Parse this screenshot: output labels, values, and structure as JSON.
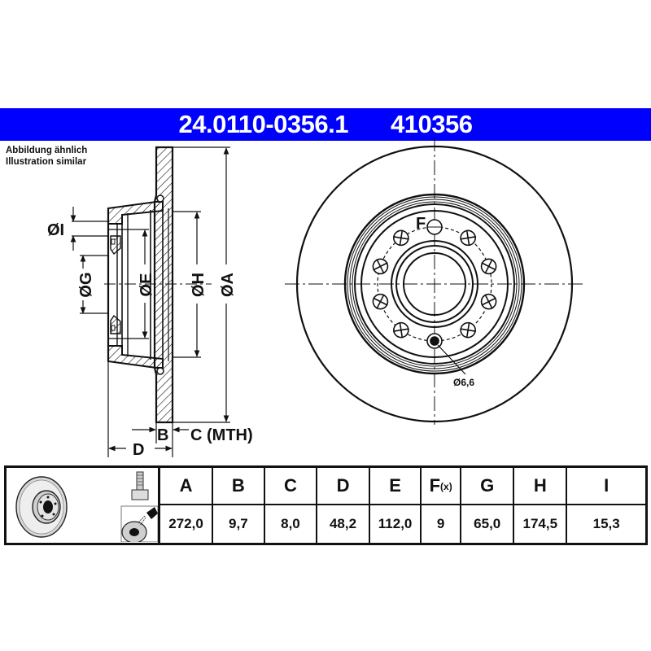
{
  "header": {
    "part_number": "24.0110-0356.1",
    "article_number": "410356",
    "background_color": "#0000ff",
    "text_color": "#ffffff"
  },
  "caption": {
    "line1": "Abbildung ähnlich",
    "line2": "Illustration similar"
  },
  "section_view": {
    "labels": {
      "I": "ØI",
      "G": "ØG",
      "E": "ØE",
      "H": "ØH",
      "A": "ØA",
      "B": "B",
      "C": "C (MTH)",
      "D": "D"
    }
  },
  "front_view": {
    "bolt_hole_label": "F",
    "locator_hole_label": "Ø6,6",
    "bolt_hole_count": 10
  },
  "spec_table": {
    "icons": [
      "brake-disc-icon",
      "bolt-icon",
      "cleaning-spray-icon"
    ],
    "columns": [
      {
        "key": "A",
        "label": "A",
        "value": "272,0"
      },
      {
        "key": "B",
        "label": "B",
        "value": "9,7"
      },
      {
        "key": "C",
        "label": "C",
        "value": "8,0"
      },
      {
        "key": "D",
        "label": "D",
        "value": "48,2"
      },
      {
        "key": "E",
        "label": "E",
        "value": "112,0"
      },
      {
        "key": "F",
        "label": "F",
        "label_suffix": "(x)",
        "value": "9"
      },
      {
        "key": "G",
        "label": "G",
        "value": "65,0"
      },
      {
        "key": "H",
        "label": "H",
        "value": "174,5"
      },
      {
        "key": "I",
        "label": "I",
        "value": "15,3"
      }
    ]
  }
}
